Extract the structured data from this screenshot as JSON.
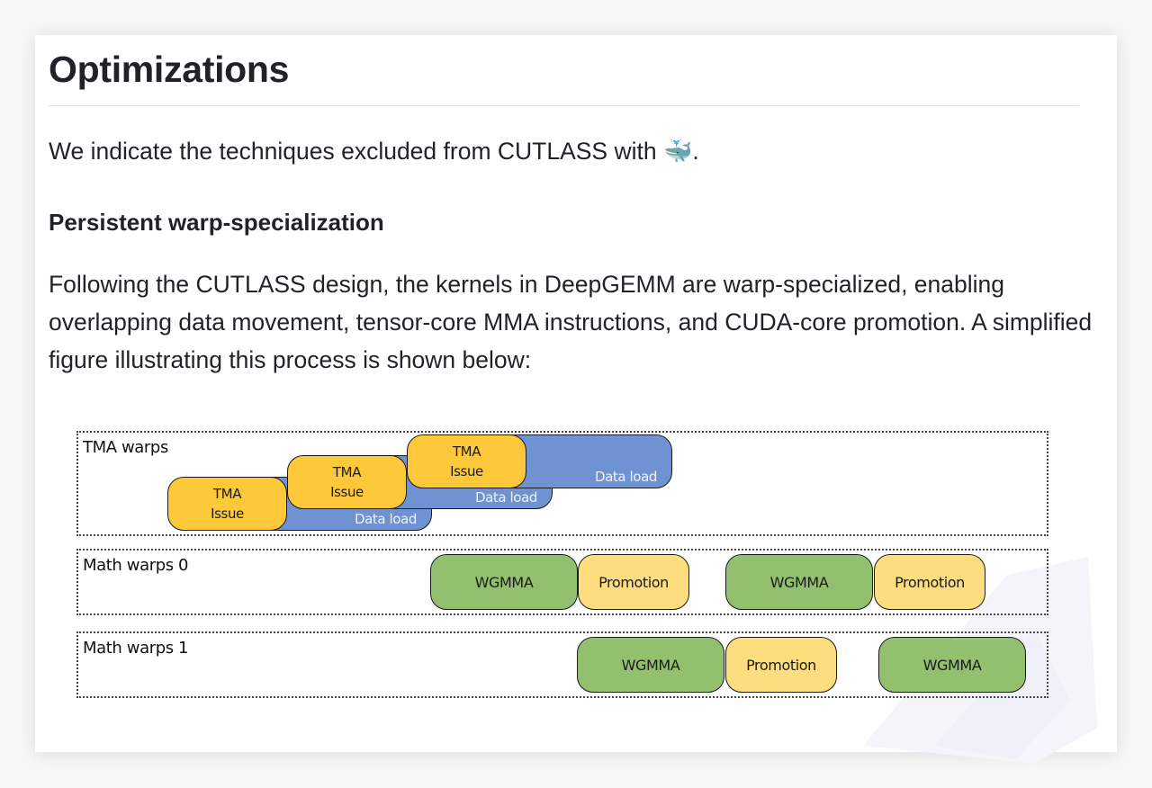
{
  "heading": "Optimizations",
  "intro": {
    "text": "We indicate the techniques excluded from CUTLASS with ",
    "emoji_name": "whale-icon",
    "emoji": "🐳",
    "trailing": "."
  },
  "subheading": "Persistent warp-specialization",
  "paragraph": "Following the CUTLASS design, the kernels in DeepGEMM are warp-specialized, enabling overlapping data movement, tensor-core MMA instructions, and CUDA-core promotion. A simplified figure illustrating this process is shown below:",
  "figure": {
    "lanes": [
      {
        "label": "TMA warps",
        "blocks": [
          {
            "type": "data_load",
            "label": "Data load"
          },
          {
            "type": "tma_issue",
            "label_line1": "TMA",
            "label_line2": "Issue"
          },
          {
            "type": "data_load",
            "label": "Data load"
          },
          {
            "type": "tma_issue",
            "label_line1": "TMA",
            "label_line2": "Issue"
          },
          {
            "type": "data_load",
            "label": "Data load"
          },
          {
            "type": "tma_issue",
            "label_line1": "TMA",
            "label_line2": "Issue"
          }
        ]
      },
      {
        "label": "Math warps 0",
        "blocks": [
          {
            "type": "wgmma",
            "label": "WGMMA"
          },
          {
            "type": "promotion",
            "label": "Promotion"
          },
          {
            "type": "wgmma",
            "label": "WGMMA"
          },
          {
            "type": "promotion",
            "label": "Promotion"
          }
        ]
      },
      {
        "label": "Math warps 1",
        "blocks": [
          {
            "type": "wgmma",
            "label": "WGMMA"
          },
          {
            "type": "promotion",
            "label": "Promotion"
          },
          {
            "type": "wgmma",
            "label": "WGMMA"
          }
        ]
      }
    ],
    "colors": {
      "tma_issue": "#fdc93a",
      "data_load": "#6f92d2",
      "wgmma": "#93c06e",
      "promotion": "#fedd7e"
    }
  }
}
